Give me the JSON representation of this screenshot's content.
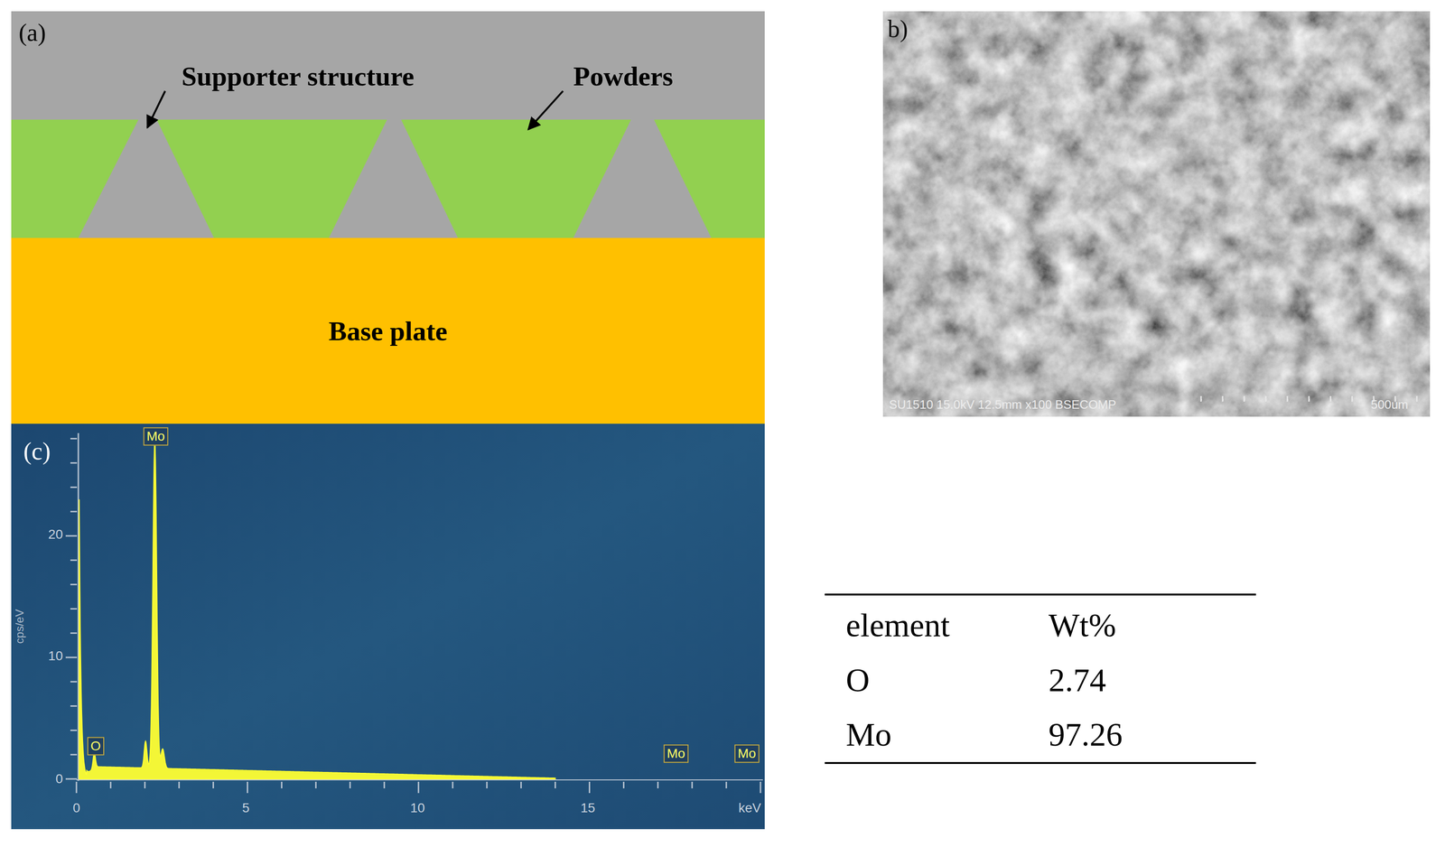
{
  "diagram": {
    "nodes": [
      {
        "text": [
          "Base plate"
        ]
      }
    ],
    "labels": [
      "(a)",
      "Supporter structure",
      "Powders",
      "b)",
      "SU1510 15.0kV 12.5mm x100 BSECOMP",
      "500um",
      "(c)",
      "Mo",
      "O",
      "Mo",
      "Mo",
      "cps/eV",
      "20",
      "10",
      "0",
      "0",
      "5",
      "10",
      "15",
      "keV",
      "element",
      "Wt%",
      "O",
      "2.74",
      "Mo",
      "97.26"
    ]
  }
}
